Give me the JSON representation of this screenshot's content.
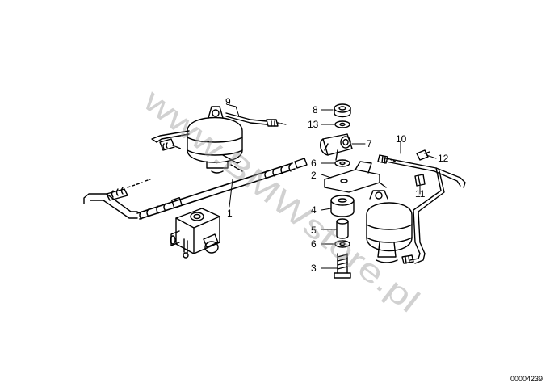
{
  "watermark": "www.BMWstore.pl",
  "catalog_number": "00004239",
  "callouts": {
    "c1": "1",
    "c2": "2",
    "c3": "3",
    "c4": "4",
    "c5": "5",
    "c6a": "6",
    "c6b": "6",
    "c7": "7",
    "c8": "8",
    "c9": "9",
    "c10": "10",
    "c11": "11",
    "c12": "12",
    "c13": "13"
  }
}
